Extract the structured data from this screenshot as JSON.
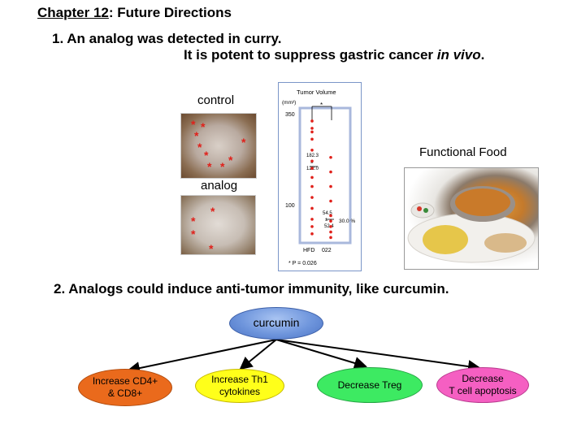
{
  "title": {
    "chapter": "Chapter 12",
    "rest": ": Future Directions"
  },
  "point1": {
    "line1": "1.  An analog was detected in curry.",
    "line2_prefix": "It is potent to suppress gastric cancer ",
    "line2_italic": "in vivo",
    "line2_suffix": "."
  },
  "photos": {
    "control_label": "control",
    "analog_label": "analog"
  },
  "functional_food_label": "Functional Food",
  "chart_data": {
    "type": "scatter",
    "title": "Tumor Volume",
    "ylabel": "(mm³)",
    "xlabel": "",
    "categories": [
      "HFD",
      "022"
    ],
    "yticks": [
      100,
      350
    ],
    "series": [
      {
        "name": "",
        "category": "HFD",
        "values": [
          330,
          310,
          300,
          280,
          250,
          220,
          200,
          175,
          150,
          120,
          90,
          60,
          40,
          20
        ]
      },
      {
        "name": "",
        "category": "022",
        "values": [
          230,
          190,
          150,
          110,
          70,
          55,
          40,
          25,
          10
        ]
      }
    ],
    "annotations": {
      "hfd_mean": "182.3",
      "hfd_pm": "±",
      "hfd_sd": "122.0",
      "analog_mean": "54.5",
      "analog_pm": "±",
      "analog_sd": "52.4",
      "percent": "30.0 %",
      "significance_star": "*",
      "pvalue": "* P = 0.026"
    }
  },
  "point2": "2.  Analogs could induce anti-tumor immunity, like curcumin.",
  "diagram": {
    "root": "curcumin",
    "children": [
      {
        "line1": "Increase CD4+",
        "line2": "& CD8+"
      },
      {
        "line1": "Increase Th1",
        "line2": "cytokines"
      },
      {
        "line1": "Decrease Treg",
        "line2": ""
      },
      {
        "line1": "Decrease",
        "line2": "T cell apoptosis"
      }
    ]
  },
  "colors": {
    "star": "#e0201a",
    "curcumin": "#6e95dc",
    "node1": "#ea6a1c",
    "node2": "#ffff1a",
    "node3": "#3dea62",
    "node4": "#f55fc2"
  }
}
